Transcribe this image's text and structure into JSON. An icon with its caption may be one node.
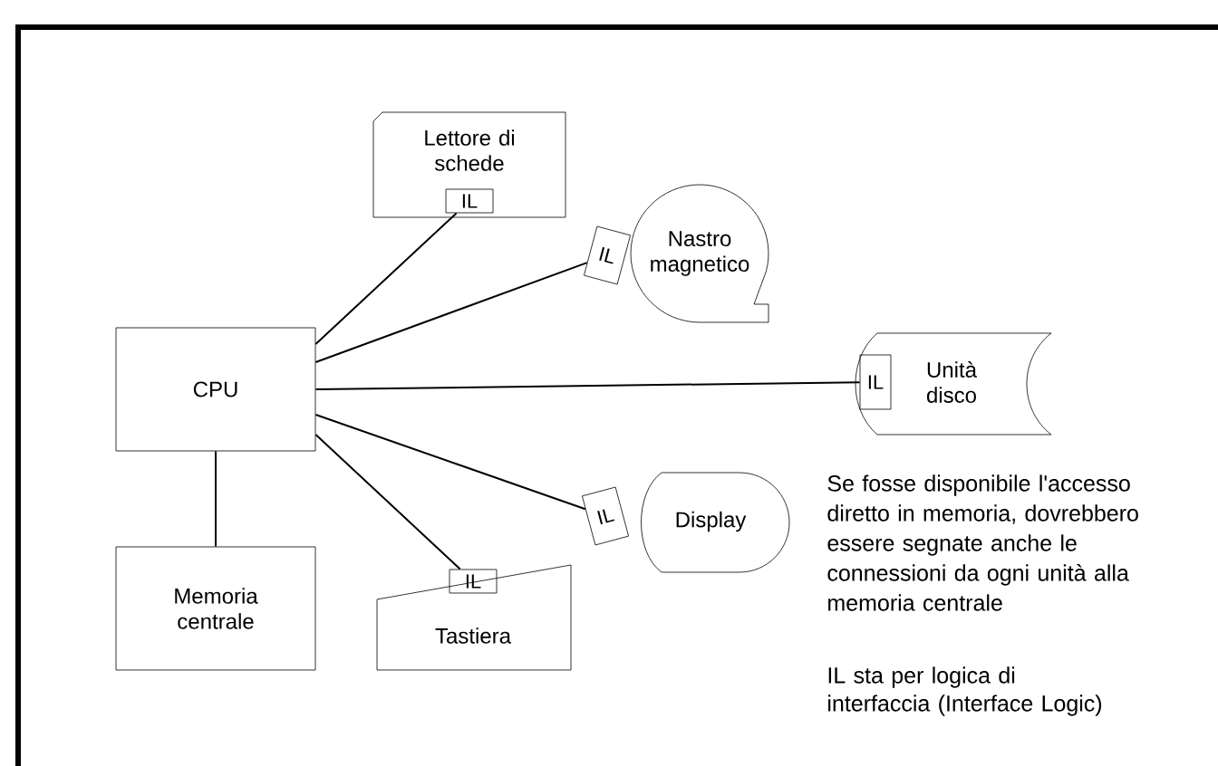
{
  "diagram": {
    "nodes": [
      {
        "text": [
          "CPU"
        ]
      },
      {
        "text": [
          "Memoria centrale"
        ]
      },
      {
        "text": [
          "Lettore di schede"
        ]
      },
      {
        "text": [
          "IL"
        ],
        "in": 2
      },
      {
        "text": [
          "Nastro magnetico"
        ]
      },
      {
        "text": [
          "IL"
        ]
      },
      {
        "text": [
          "Unità disco"
        ]
      },
      {
        "text": [
          "IL"
        ],
        "in": 6
      },
      {
        "text": [
          "Display"
        ]
      },
      {
        "text": [
          "IL"
        ]
      },
      {
        "text": [
          "Tastiera"
        ]
      },
      {
        "text": [
          "IL"
        ],
        "in": 10
      }
    ],
    "edges": [
      {
        "from": 0,
        "to": 1,
        "arrow": "none"
      },
      {
        "from": 0,
        "to": 3,
        "arrow": "none"
      },
      {
        "from": 0,
        "to": 5,
        "arrow": "none"
      },
      {
        "from": 0,
        "to": 7,
        "arrow": "none"
      },
      {
        "from": 0,
        "to": 9,
        "arrow": "none"
      },
      {
        "from": 0,
        "to": 11,
        "arrow": "none"
      }
    ],
    "labels": [
      "Se fosse disponibile l'accesso diretto in memoria, dovrebbero essere segnate anche le connessioni da ogni unità alla memoria centrale",
      "IL sta per logica di interfaccia (Interface Logic)"
    ]
  }
}
